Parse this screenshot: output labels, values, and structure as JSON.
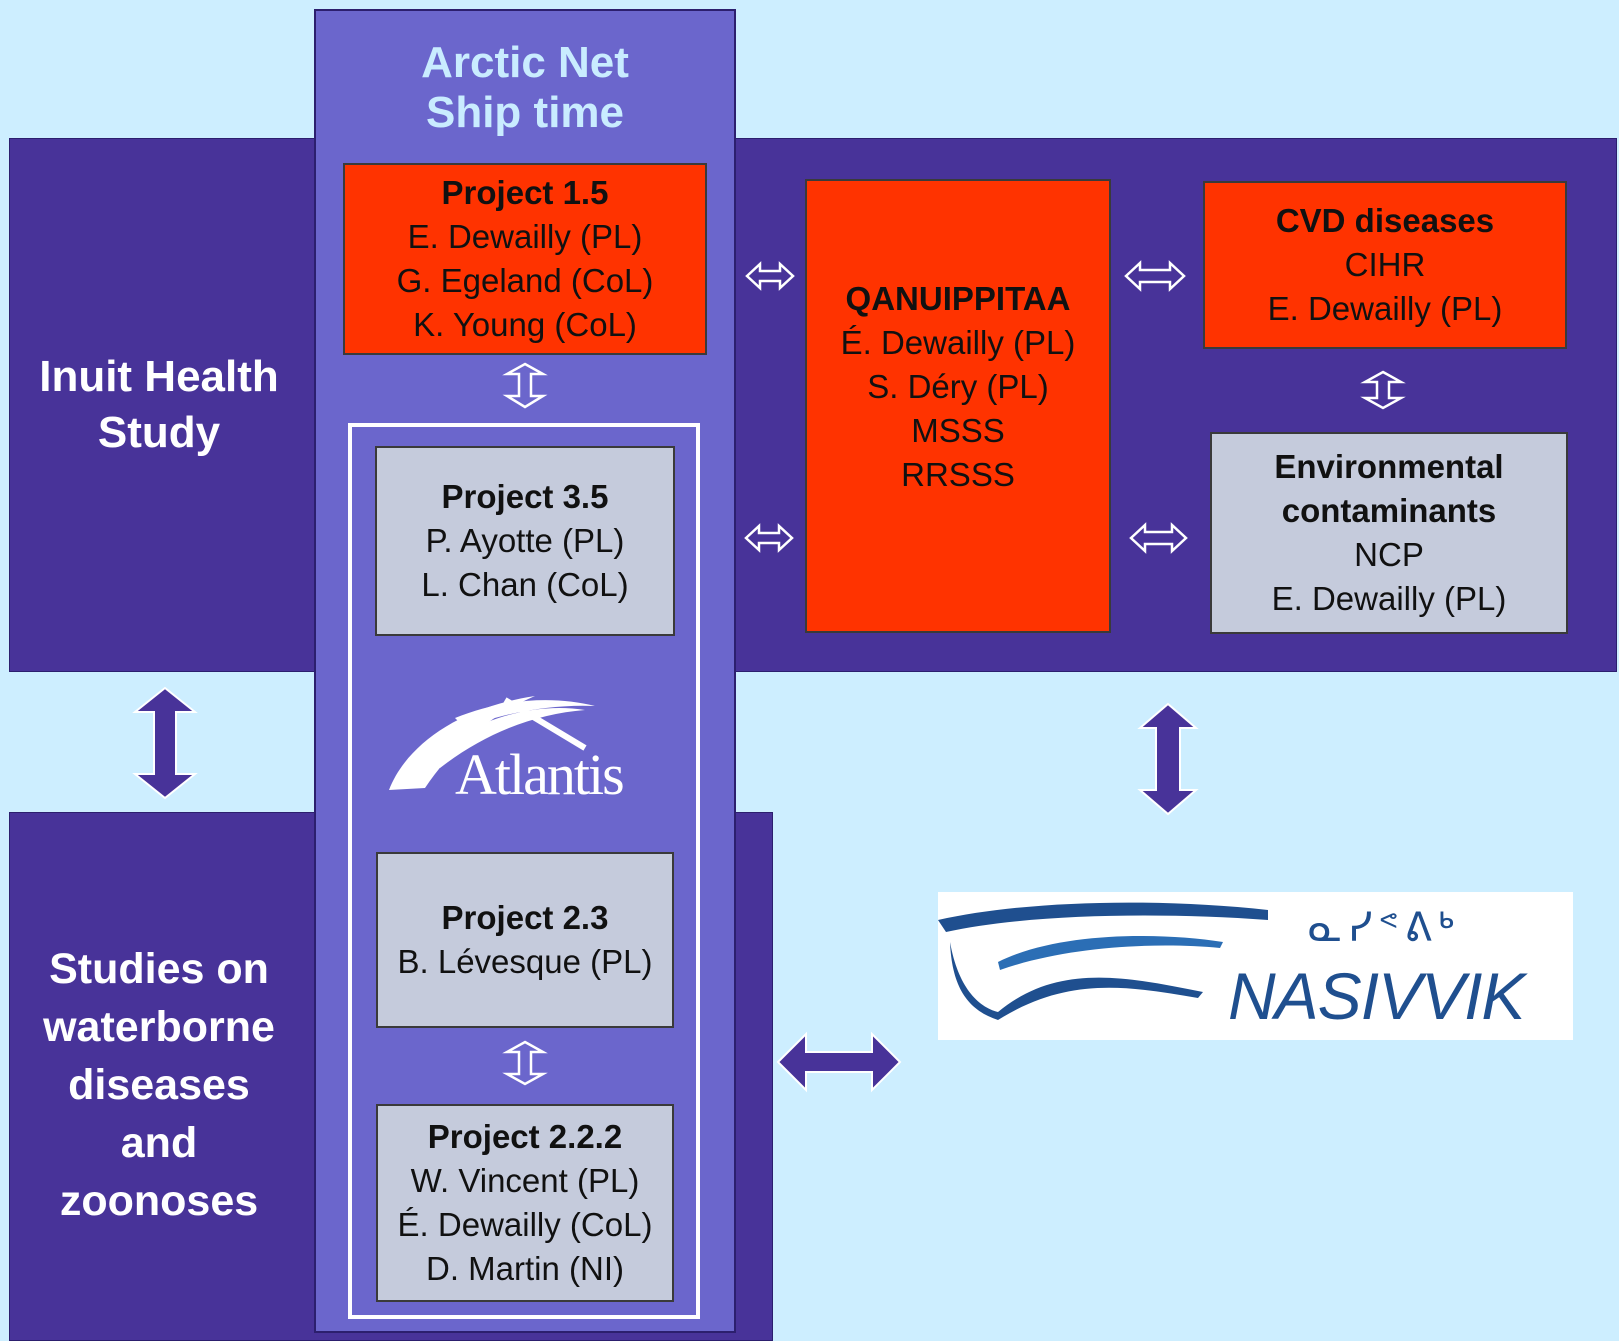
{
  "arctic_net": {
    "line1": "Arctic Net",
    "line2": "Ship time"
  },
  "inuit_health": {
    "line1": "Inuit Health",
    "line2": "Study"
  },
  "waterborne": {
    "lines": [
      "Studies on",
      "waterborne",
      "diseases",
      "and",
      "zoonoses"
    ]
  },
  "project_1_5": {
    "title": "Project 1.5",
    "lines": [
      "E. Dewailly (PL)",
      "G. Egeland (CoL)",
      "K. Young (CoL)"
    ]
  },
  "project_3_5": {
    "title": "Project 3.5",
    "lines": [
      "P. Ayotte (PL)",
      "L. Chan (CoL)"
    ]
  },
  "project_2_3": {
    "title": "Project 2.3",
    "lines": [
      "B. Lévesque (PL)"
    ]
  },
  "project_2_2_2": {
    "title": "Project 2.2.2",
    "lines": [
      "W. Vincent (PL)",
      "É. Dewailly (CoL)",
      "D. Martin (NI)"
    ]
  },
  "qanuippitaa": {
    "title": "QANUIPPITAA",
    "lines": [
      "É. Dewailly (PL)",
      "S. Déry (PL)",
      "MSSS",
      "RRSSS"
    ]
  },
  "cvd": {
    "title": "CVD diseases",
    "lines": [
      "CIHR",
      "E. Dewailly (PL)"
    ]
  },
  "env": {
    "title1": "Environmental",
    "title2": "contaminants",
    "lines": [
      "NCP",
      "E. Dewailly (PL)"
    ]
  },
  "atlantis_logo": {
    "text": "Atlantis"
  },
  "nasivvik_logo": {
    "text": "NASIVVIK",
    "syllabics": "ᓇᓯᕝᕕᒃ"
  },
  "colors": {
    "background": "#cdeeff",
    "dark_panel": "#483399",
    "mid_panel": "#6b66cc",
    "red_box": "#ff3300",
    "grey_box": "#c5cbdc",
    "title_text": "#c9ecff"
  }
}
